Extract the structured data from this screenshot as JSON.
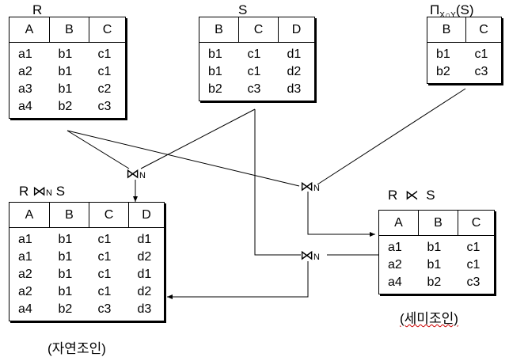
{
  "labels": {
    "r": "R",
    "s": "S",
    "proj_pi": "Π",
    "proj_sub": "X∩Y",
    "proj_arg": "(S)",
    "nj_left": "R",
    "nj_sub": "N",
    "nj_right": "S",
    "sj_left": "R",
    "sj_right": "S",
    "op_sub": "N",
    "bowtie": "⋈",
    "semi": "⋉"
  },
  "tables": {
    "r": {
      "columns": [
        "A",
        "B",
        "C"
      ],
      "rows": [
        [
          "a1",
          "b1",
          "c1"
        ],
        [
          "a2",
          "b1",
          "c1"
        ],
        [
          "a3",
          "b1",
          "c2"
        ],
        [
          "a4",
          "b2",
          "c3"
        ]
      ]
    },
    "s": {
      "columns": [
        "B",
        "C",
        "D"
      ],
      "rows": [
        [
          "b1",
          "c1",
          "d1"
        ],
        [
          "b1",
          "c1",
          "d2"
        ],
        [
          "b2",
          "c3",
          "d3"
        ]
      ]
    },
    "proj": {
      "columns": [
        "B",
        "C"
      ],
      "rows": [
        [
          "b1",
          "c1"
        ],
        [
          "b2",
          "c3"
        ]
      ]
    },
    "natural_join": {
      "columns": [
        "A",
        "B",
        "C",
        "D"
      ],
      "rows": [
        [
          "a1",
          "b1",
          "c1",
          "d1"
        ],
        [
          "a1",
          "b1",
          "c1",
          "d2"
        ],
        [
          "a2",
          "b1",
          "c1",
          "d1"
        ],
        [
          "a2",
          "b1",
          "c1",
          "d2"
        ],
        [
          "a4",
          "b2",
          "c3",
          "d3"
        ]
      ]
    },
    "semi_join": {
      "columns": [
        "A",
        "B",
        "C"
      ],
      "rows": [
        [
          "a1",
          "b1",
          "c1"
        ],
        [
          "a2",
          "b1",
          "c1"
        ],
        [
          "a4",
          "b2",
          "c3"
        ]
      ]
    }
  },
  "captions": {
    "natural_join": "(자연조인)",
    "semi_join": "(세미조인)"
  }
}
